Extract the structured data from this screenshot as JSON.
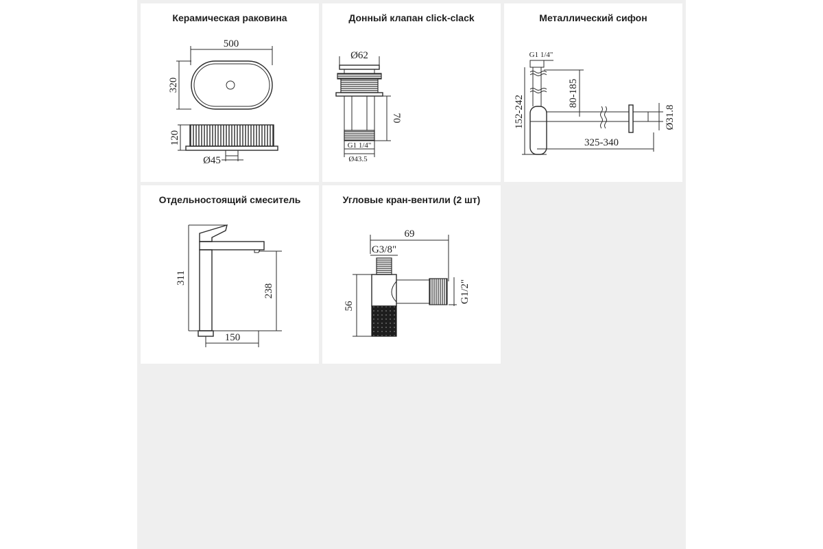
{
  "panels": [
    {
      "title": "Керамическая раковина",
      "dims": {
        "width": "500",
        "depth": "320",
        "height": "120",
        "drain": "Ø45"
      }
    },
    {
      "title": "Донный клапан click-clack",
      "dims": {
        "top": "Ø62",
        "height": "70",
        "thread": "G1 1/4\"",
        "bottom": "Ø43.5"
      }
    },
    {
      "title": "Металлический сифон",
      "dims": {
        "thread": "G1 1/4\"",
        "drop": "80-185",
        "height": "152-242",
        "outlet": "Ø31.8",
        "length": "325-340"
      }
    },
    {
      "title": "Отдельностоящий смеситель",
      "dims": {
        "total_height": "311",
        "spout_height": "238",
        "reach": "150"
      }
    },
    {
      "title": "Угловые кран-вентили (2 шт)",
      "dims": {
        "length": "69",
        "inlet": "G3/8\"",
        "outlet": "G1/2\"",
        "height": "56"
      }
    }
  ],
  "colors": {
    "ink": "#2a2a2a",
    "backdrop": "#efefef",
    "panel": "#ffffff"
  }
}
